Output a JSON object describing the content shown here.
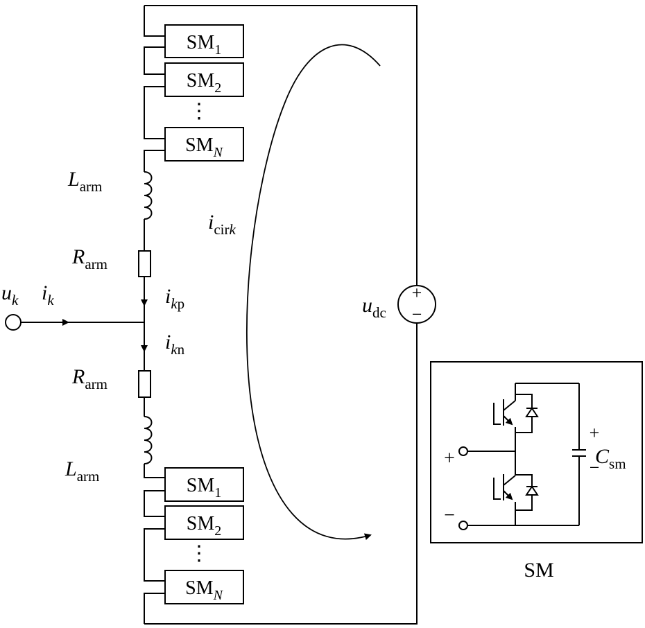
{
  "upper_arm": {
    "modules": [
      {
        "base": "SM",
        "sub": "1",
        "sub_italic": false
      },
      {
        "base": "SM",
        "sub": "2",
        "sub_italic": false
      },
      {
        "base": "SM",
        "sub": "N",
        "sub_italic": true
      }
    ],
    "inductor": {
      "base": "L",
      "sub": "arm"
    },
    "resistor": {
      "base": "R",
      "sub": "arm"
    }
  },
  "lower_arm": {
    "modules": [
      {
        "base": "SM",
        "sub": "1",
        "sub_italic": false
      },
      {
        "base": "SM",
        "sub": "2",
        "sub_italic": false
      },
      {
        "base": "SM",
        "sub": "N",
        "sub_italic": true
      }
    ],
    "inductor": {
      "base": "L",
      "sub": "arm"
    },
    "resistor": {
      "base": "R",
      "sub": "arm"
    }
  },
  "ellipsis": "⋮",
  "node_voltage": {
    "base": "u",
    "sub": "k"
  },
  "node_current": {
    "base": "i",
    "sub": "k"
  },
  "upper_current": {
    "base": "i",
    "sub_italic": "k",
    "sub_rest": "p"
  },
  "lower_current": {
    "base": "i",
    "sub_italic": "k",
    "sub_rest": "n"
  },
  "circulating_current": {
    "base": "i",
    "sub_rest": "cir",
    "sub_italic": "k"
  },
  "dc_source": {
    "base": "u",
    "sub": "dc",
    "plus": "+",
    "minus": "−"
  },
  "submodule_detail": {
    "caption": "SM",
    "terminal_plus": "+",
    "terminal_minus": "−",
    "cap_plus": "+",
    "cap_minus": "−",
    "capacitor": {
      "base": "C",
      "sub": "sm"
    }
  }
}
